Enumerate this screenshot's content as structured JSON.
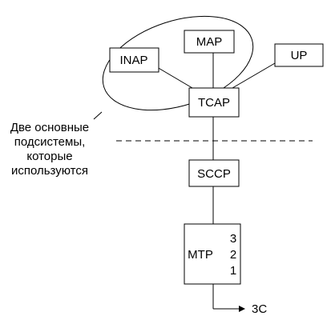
{
  "diagram": {
    "boxes": {
      "inap": "INAP",
      "map": "MAP",
      "up": "UP",
      "tcap": "TCAP",
      "sccp": "SCCP",
      "mtp": "MTP",
      "mtp_levels": [
        "3",
        "2",
        "1"
      ]
    },
    "annotation": [
      "Две основные",
      "подсистемы,",
      "которые",
      "используются"
    ],
    "output_label": "3С"
  }
}
